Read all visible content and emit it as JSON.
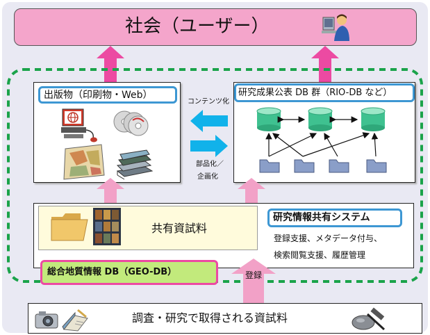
{
  "society": {
    "label": "社会（ユーザー）",
    "icon": "user-at-computer-icon"
  },
  "publications": {
    "title": "出版物（印刷物・Web）",
    "icons": [
      "computer-globe-icon",
      "cd-discs-icon",
      "printed-map-icon",
      "books-icon"
    ]
  },
  "research_db": {
    "title": "研究成果公表 DB 群（RIO-DB など）",
    "icons": [
      "database-icon",
      "folder-icon"
    ]
  },
  "exchange": {
    "to_right": "コンテンツ化",
    "to_left_line1": "部品化／",
    "to_left_line2": "企画化"
  },
  "sharing_system": {
    "materials_label": "共有資試料",
    "title": "研究情報共有システム",
    "desc_line1": "登録支援、メタデータ付与、",
    "desc_line2": "検索閲覧支援、履歴管理"
  },
  "geo_db": {
    "label": "総合地質情報 DB（GEO-DB）"
  },
  "register_label": "登録",
  "survey": {
    "label": "調査・研究で取得される資試料",
    "icons": [
      "camera-icon",
      "field-notebook-icon",
      "rock-hammer-icon"
    ]
  },
  "colors": {
    "pink_box": "#f4a5cb",
    "pink_arrow": "#ec4aa2",
    "light_pink_arrow": "#f2a1c7",
    "blue_arrow": "#11b2ea",
    "dashed_green": "#1aa34a",
    "title_blue": "#3d97d3"
  }
}
